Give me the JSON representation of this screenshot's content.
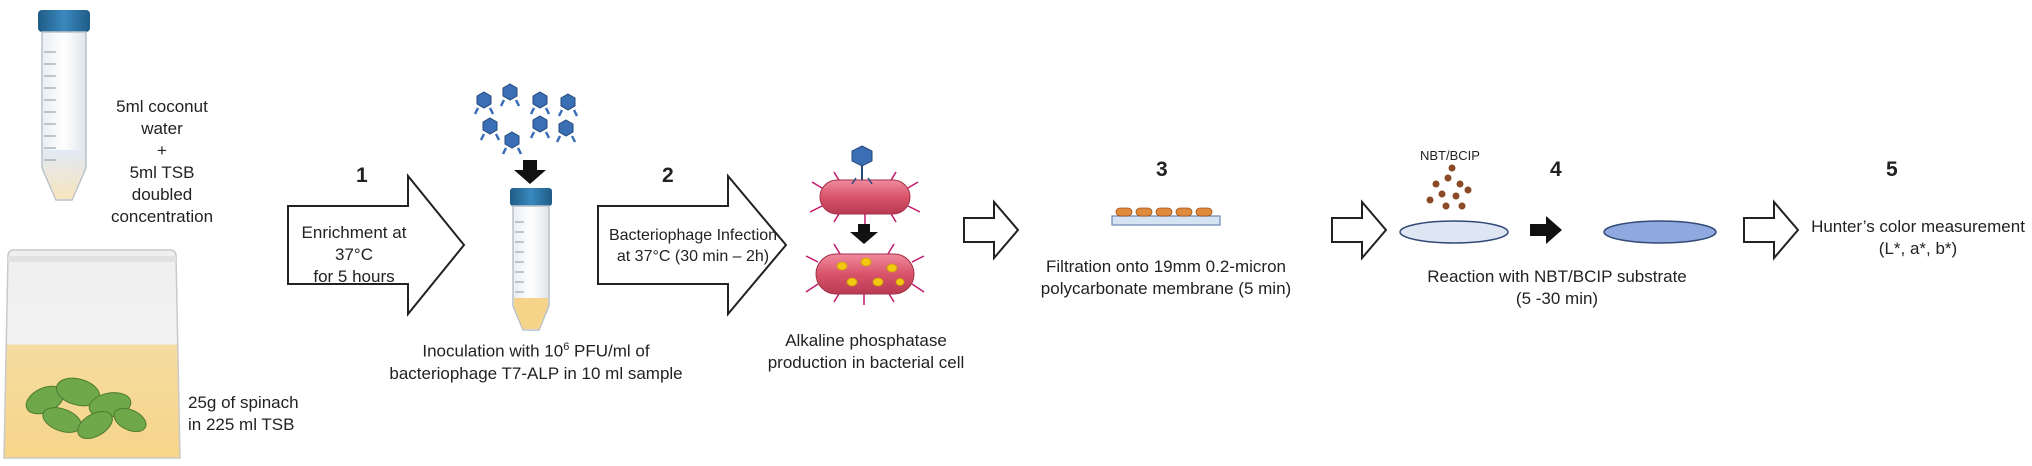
{
  "sample": {
    "tube_text_line1": "5ml coconut water",
    "tube_text_plus": "+",
    "tube_text_line2": "5ml TSB doubled",
    "tube_text_line3": "concentration",
    "bag_text_line1": "25g of spinach",
    "bag_text_line2": "in 225 ml TSB"
  },
  "steps": [
    {
      "number": "1",
      "arrow_line1": "Enrichment at 37°C",
      "arrow_line2": "for 5 hours"
    },
    {
      "number": "2",
      "arrow_line1": "Bacteriophage Infection",
      "arrow_line2": "at 37°C (30 min – 2h)"
    },
    {
      "number": "3"
    },
    {
      "number": "4"
    },
    {
      "number": "5"
    }
  ],
  "inoculation": {
    "line1_prefix": "Inoculation with 10",
    "line1_sup": "6",
    "line1_suffix": " PFU/ml of",
    "line2": "bacteriophage T7-ALP in 10 ml sample"
  },
  "alp": {
    "line1": "Alkaline phosphatase",
    "line2": "production in bacterial cell"
  },
  "filtration": {
    "line1": "Filtration onto 19mm 0.2-micron",
    "line2": "polycarbonate membrane (5 min)"
  },
  "reaction": {
    "reagent_label": "NBT/BCIP",
    "line1": "Reaction with NBT/BCIP substrate",
    "line2": "(5 -30 min)"
  },
  "measurement": {
    "line1": "Hunter’s color measurement",
    "line2": "(L*, a*, b*)"
  },
  "colors": {
    "tube_cap": "#2a6f9e",
    "phage": "#3a6fb5",
    "bacterium": "#d9546a",
    "alp_dot": "#f2c811",
    "membrane_cells": "#e08a3c",
    "nbt_dots": "#8b4a25",
    "dish_before": "#dfe6f3",
    "dish_after": "#8fa9df"
  }
}
